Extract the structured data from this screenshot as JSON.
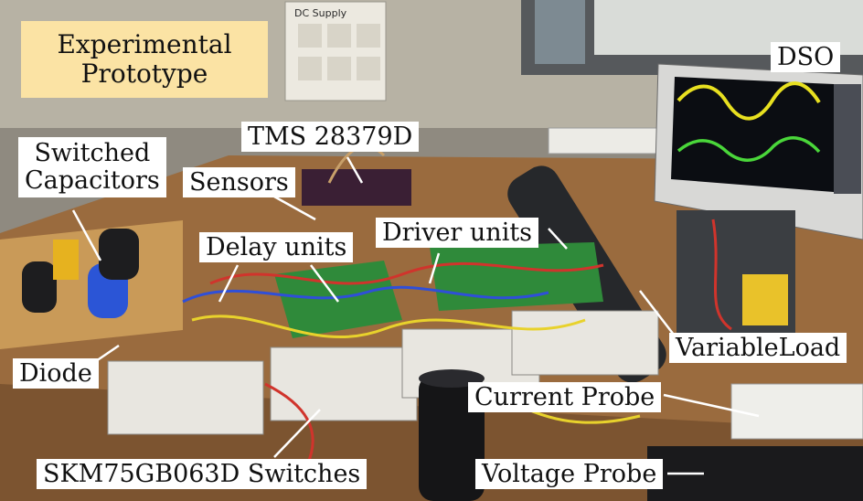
{
  "title_box": {
    "line1": "Experimental",
    "line2": "Prototype"
  },
  "labels": {
    "dso": "DSO",
    "tms": "TMS 28379D",
    "switched_caps_line1": "Switched",
    "switched_caps_line2": "Capacitors",
    "sensors": "Sensors",
    "delay_units": "Delay units",
    "driver_units": "Driver units",
    "diode": "Diode",
    "variable_load": "VariableLoad",
    "current_probe": "Current Probe",
    "skm_switches": "SKM75GB063D Switches",
    "voltage_probe": "Voltage Probe",
    "dc_supply": "DC Supply"
  },
  "colors": {
    "title_box_bg": "#fbe3a4",
    "label_bg": "#ffffff",
    "scope_yellow": "#e8e020",
    "scope_green": "#4ad63a",
    "callout_line": "#ffffff"
  }
}
